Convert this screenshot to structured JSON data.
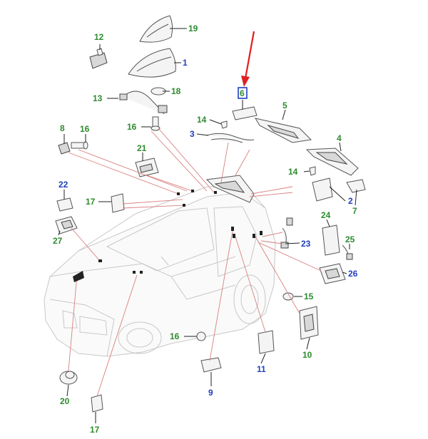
{
  "callouts": [
    {
      "id": "1",
      "label": "1",
      "color": "#1f3fbf"
    },
    {
      "id": "2",
      "label": "2",
      "color": "#1f3fbf"
    },
    {
      "id": "3",
      "label": "3",
      "color": "#1f3fbf"
    },
    {
      "id": "4",
      "label": "4",
      "color": "#2e8b2e"
    },
    {
      "id": "5",
      "label": "5",
      "color": "#2e8b2e"
    },
    {
      "id": "6",
      "label": "6",
      "color": "#2e8b2e"
    },
    {
      "id": "7",
      "label": "7",
      "color": "#2e8b2e"
    },
    {
      "id": "8",
      "label": "8",
      "color": "#2e8b2e"
    },
    {
      "id": "9",
      "label": "9",
      "color": "#1f3fbf"
    },
    {
      "id": "10",
      "label": "10",
      "color": "#2e8b2e"
    },
    {
      "id": "11",
      "label": "11",
      "color": "#1f3fbf"
    },
    {
      "id": "12",
      "label": "12",
      "color": "#2e8b2e"
    },
    {
      "id": "13",
      "label": "13",
      "color": "#2e8b2e"
    },
    {
      "id": "14a",
      "label": "14",
      "color": "#2e8b2e"
    },
    {
      "id": "14b",
      "label": "14",
      "color": "#2e8b2e"
    },
    {
      "id": "15",
      "label": "15",
      "color": "#2e8b2e"
    },
    {
      "id": "16a",
      "label": "16",
      "color": "#2e8b2e"
    },
    {
      "id": "16b",
      "label": "16",
      "color": "#2e8b2e"
    },
    {
      "id": "16c",
      "label": "16",
      "color": "#2e8b2e"
    },
    {
      "id": "17a",
      "label": "17",
      "color": "#2e8b2e"
    },
    {
      "id": "17b",
      "label": "17",
      "color": "#2e8b2e"
    },
    {
      "id": "18",
      "label": "18",
      "color": "#2e8b2e"
    },
    {
      "id": "19",
      "label": "19",
      "color": "#2e8b2e"
    },
    {
      "id": "20",
      "label": "20",
      "color": "#2e8b2e"
    },
    {
      "id": "21",
      "label": "21",
      "color": "#2e8b2e"
    },
    {
      "id": "22",
      "label": "22",
      "color": "#1f3fbf"
    },
    {
      "id": "23",
      "label": "23",
      "color": "#1f3fbf"
    },
    {
      "id": "24",
      "label": "24",
      "color": "#2e8b2e"
    },
    {
      "id": "25",
      "label": "25",
      "color": "#2e8b2e"
    },
    {
      "id": "26",
      "label": "26",
      "color": "#1f3fbf"
    },
    {
      "id": "27",
      "label": "27",
      "color": "#2e8b2e"
    }
  ],
  "highlight": {
    "callout": "6",
    "box_color": "#1f3fbf",
    "arrow_color": "#e02020"
  }
}
